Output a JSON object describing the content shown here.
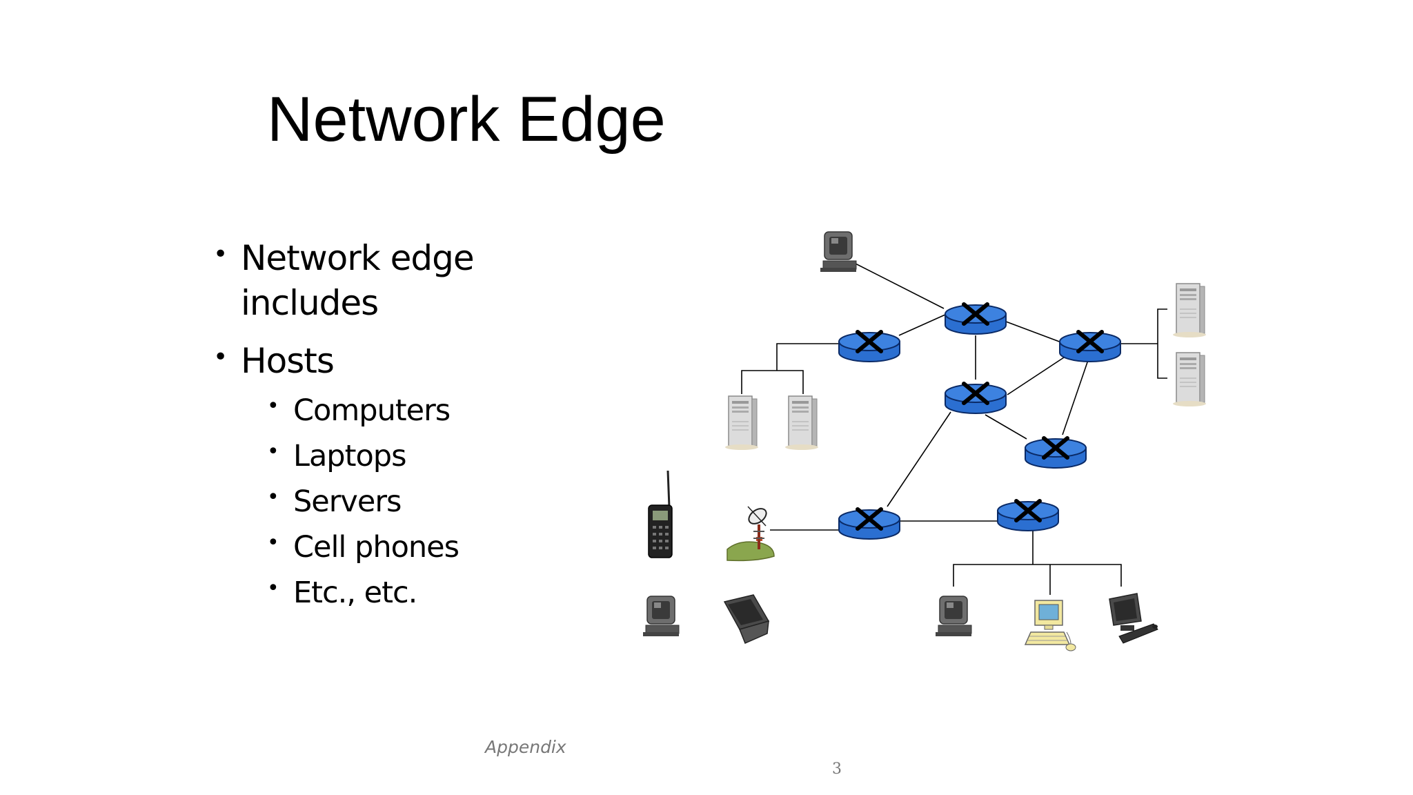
{
  "slide": {
    "title": "Network Edge",
    "bullets": [
      {
        "text_line1": "Network edge",
        "text_line2": "includes"
      },
      {
        "text": "Hosts"
      }
    ],
    "sub_bullets": [
      "Computers",
      "Laptops",
      "Servers",
      "Cell phones",
      "Etc., etc."
    ],
    "footer": "Appendix",
    "page_number": "3"
  },
  "diagram": {
    "router_color": "#2b6fd1",
    "router_outline": "#0a2a66",
    "icons": [
      "router-icon",
      "server-icon",
      "desktop-computer-icon",
      "laptop-icon",
      "cell-phone-icon",
      "satellite-dish-icon",
      "workstation-icon"
    ]
  }
}
